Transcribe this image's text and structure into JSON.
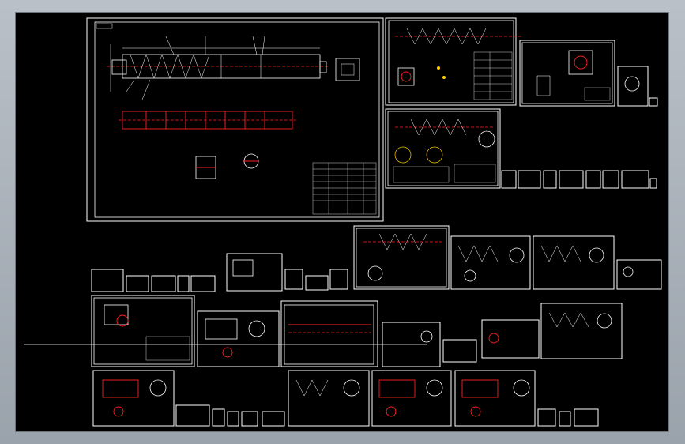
{
  "viewer": {
    "background": "#000000",
    "frame_color": "#a9b0b8",
    "line_color": "#ffffff",
    "accent_color": "#ff2020"
  },
  "sheets": [
    {
      "id": "main-assembly"
    },
    {
      "id": "screw-shaft"
    },
    {
      "id": "drive-detail"
    },
    {
      "id": "bearing-detail"
    },
    {
      "id": "screw-section"
    }
  ]
}
